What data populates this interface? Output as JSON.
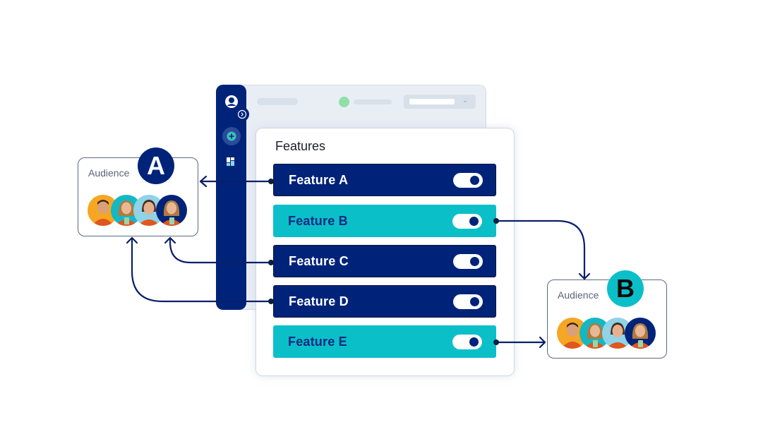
{
  "app_window": {
    "sidebar": {
      "icons": [
        "user-icon",
        "collapse-toggle-icon",
        "add-icon",
        "dashboard-grid-icon"
      ]
    },
    "header": {
      "status_color": "#8ee0a8",
      "dropdown_chevron": "⌄"
    }
  },
  "features_panel": {
    "title": "Features",
    "items": [
      {
        "label": "Feature A",
        "style": "dark",
        "enabled": true,
        "target": "Audience A"
      },
      {
        "label": "Feature B",
        "style": "teal",
        "enabled": true,
        "target": "Audience B"
      },
      {
        "label": "Feature C",
        "style": "dark",
        "enabled": true,
        "target": "Audience A"
      },
      {
        "label": "Feature D",
        "style": "dark",
        "enabled": true,
        "target": "Audience A"
      },
      {
        "label": "Feature E",
        "style": "teal",
        "enabled": true,
        "target": "Audience B"
      }
    ]
  },
  "audiences": [
    {
      "badge": "A",
      "label": "Audience",
      "badge_color": "#00237a",
      "avatar_count": 4
    },
    {
      "badge": "B",
      "label": "Audience",
      "badge_color": "#0bbfc9",
      "avatar_count": 4
    }
  ],
  "avatar_backgrounds": [
    "#f5a623",
    "#14b8c4",
    "#8fd3e8",
    "#00237a"
  ],
  "colors": {
    "navy": "#00237a",
    "teal": "#0bbfc9",
    "connector": "#0a1f6b",
    "panel_bg": "#e9eef5"
  }
}
